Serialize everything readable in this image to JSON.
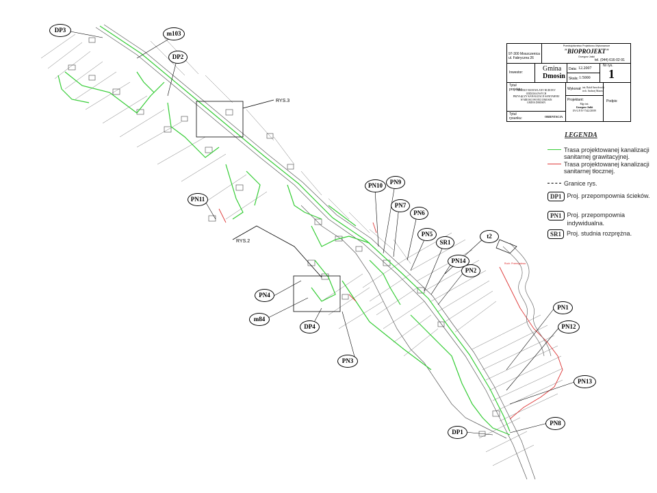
{
  "title_block": {
    "company_small": "Przedsiębiorstwo Projektowo-Wykonawcze",
    "company_name": "\"BIOPROJEKT\"",
    "company_owner": "Grzegorz Jaśki",
    "address_line1": "97-300 Moszczenica",
    "address_line2": "ul. Fabryczna 26",
    "phone": "tel. (044) 616-02-91",
    "investor_label": "Inwestor:",
    "investor_value1": "Gmina",
    "investor_value2": "Dmosin",
    "date_label": "Data:",
    "date_value": "12.2007",
    "scale_label": "Skala:",
    "scale_value": "1:5000",
    "drawing_no_label": "Nr rys.",
    "drawing_no_value": "1",
    "project_title_label": "Tytuł projektu:",
    "project_title_lines": [
      "PROJEKT BUDOWLANY BUDOWY",
      "ODDZIAŁOWYCH",
      "PRZYŁĄCZY KANALIZACJI SANITARNEJ",
      "W MIEJSCOWOŚCI DMOSIN",
      "GMINA DMOSIN"
    ],
    "executed_label": "Wykonał:",
    "executed_value1": "inż. Rafał Szewłowski",
    "executed_value2": "tech. Andrzej Mazera",
    "designer_label": "Projektant:",
    "designer_value1": "Mgr inż.",
    "designer_value2": "Grzegorz Jaśki",
    "designer_value3": "IN-U.P.IV-7342/28/89",
    "signature_label": "Podpis:",
    "drawing_title_label": "Tytuł rysunku:",
    "drawing_title_value": "ORIENTACJA"
  },
  "legend": {
    "title": "LEGENDA",
    "gravity_line1": "Trasa projektowanej kanalizacji",
    "gravity_line2": "sanitarnej grawitacyjnej.",
    "pressure_line1": "Trasa projektowanej kanalizacji",
    "pressure_line2": "sanitarnej tłocznej.",
    "bounds": "Granice rys.",
    "dp_symbol": "DP1",
    "dp_text": "Proj. przepompownia ścieków.",
    "pn_symbol": "PN1",
    "pn_text": "Proj. przepompownia indywidualna.",
    "sr_symbol": "SR1",
    "sr_text": "Proj. studnia rozprężna.",
    "colors": {
      "gravity": "#33cc33",
      "pressure": "#dd3333"
    }
  },
  "sheet_refs": {
    "rys3": "RYS.3",
    "rys2": "RYS.2"
  },
  "river_label": "Ruch: Przemysłowa",
  "callouts": [
    {
      "id": "DP3",
      "text": "DP3"
    },
    {
      "id": "m103",
      "text": "m103"
    },
    {
      "id": "DP2",
      "text": "DP2"
    },
    {
      "id": "PN11",
      "text": "PN11"
    },
    {
      "id": "PN10",
      "text": "PN10"
    },
    {
      "id": "PN9",
      "text": "PN9"
    },
    {
      "id": "PN7",
      "text": "PN7"
    },
    {
      "id": "PN6",
      "text": "PN6"
    },
    {
      "id": "PN5",
      "text": "PN5"
    },
    {
      "id": "SR1",
      "text": "SR1"
    },
    {
      "id": "t2",
      "text": "t2"
    },
    {
      "id": "PN14",
      "text": "PN14"
    },
    {
      "id": "PN2",
      "text": "PN2"
    },
    {
      "id": "PN4",
      "text": "PN4"
    },
    {
      "id": "m84",
      "text": "m84"
    },
    {
      "id": "DP4",
      "text": "DP4"
    },
    {
      "id": "PN1",
      "text": "PN1"
    },
    {
      "id": "PN12",
      "text": "PN12"
    },
    {
      "id": "PN3",
      "text": "PN3"
    },
    {
      "id": "PN13",
      "text": "PN13"
    },
    {
      "id": "DP1",
      "text": "DP1"
    },
    {
      "id": "PN8",
      "text": "PN8"
    }
  ]
}
